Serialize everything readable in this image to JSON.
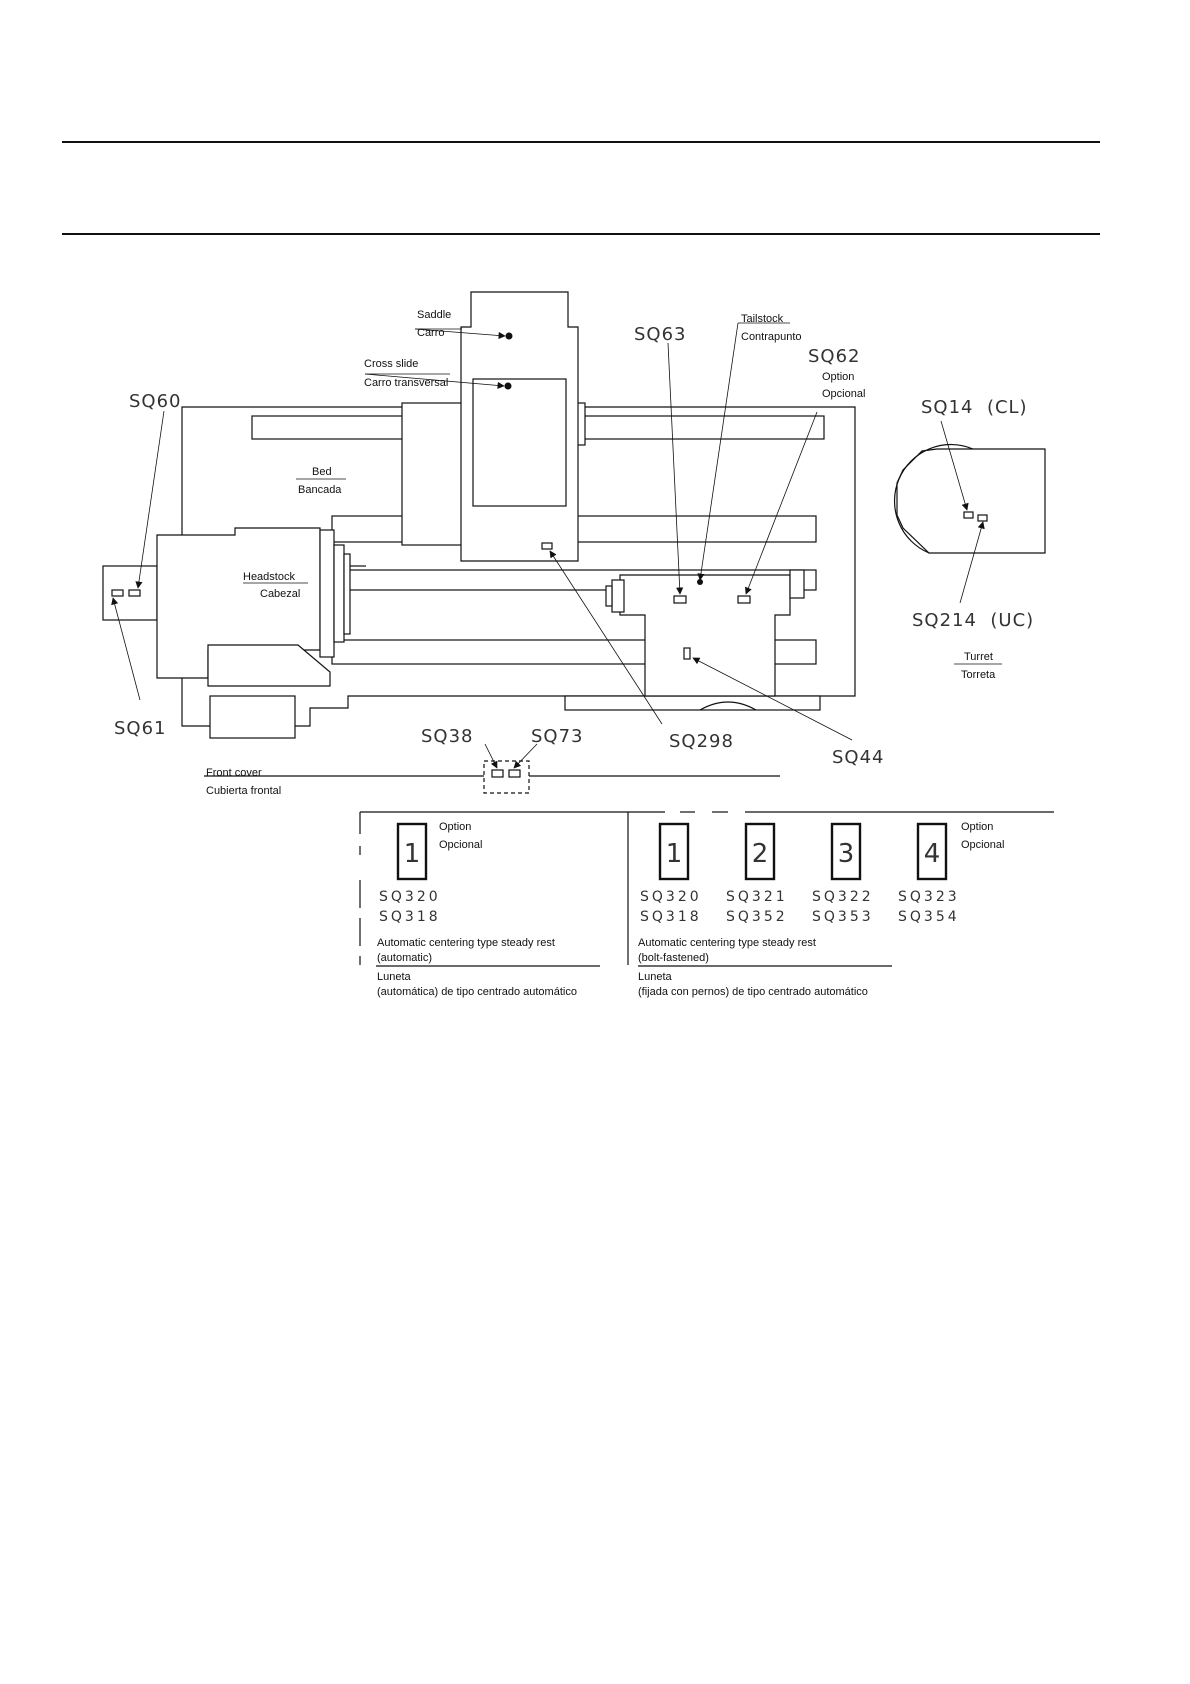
{
  "machine": {
    "saddle": [
      "Saddle",
      "Carro"
    ],
    "cross_slide": [
      "Cross slide",
      "Carro transversal"
    ],
    "tailstock": [
      "Tailstock",
      "Contrapunto"
    ],
    "option_top": [
      "Option",
      "Opcional"
    ],
    "bed": [
      "Bed",
      "Bancada"
    ],
    "headstock": [
      "Headstock",
      "Cabezal"
    ],
    "turret": [
      "Turret",
      "Torreta"
    ],
    "front_cover": [
      "Front cover",
      "Cubierta frontal"
    ]
  },
  "switches": {
    "sq60": "SQ60",
    "sq61": "SQ61",
    "sq63": "SQ63",
    "sq62": "SQ62",
    "sq14": "SQ14  (CL)",
    "sq214": "SQ214  (UC)",
    "sq38": "SQ38",
    "sq73": "SQ73",
    "sq298": "SQ298",
    "sq44": "SQ44"
  },
  "steady_rest": {
    "option": [
      "Option",
      "Opcional"
    ],
    "automatic": {
      "units": [
        {
          "num": "1",
          "codes": [
            "SQ320",
            "SQ318"
          ]
        }
      ],
      "en": [
        "Automatic centering type steady rest",
        "(automatic)"
      ],
      "es": [
        "Luneta",
        "(automática) de tipo centrado automático"
      ]
    },
    "bolt": {
      "units": [
        {
          "num": "1",
          "codes": [
            "SQ320",
            "SQ318"
          ]
        },
        {
          "num": "2",
          "codes": [
            "SQ321",
            "SQ352"
          ]
        },
        {
          "num": "3",
          "codes": [
            "SQ322",
            "SQ353"
          ]
        },
        {
          "num": "4",
          "codes": [
            "SQ323",
            "SQ354"
          ]
        }
      ],
      "en": [
        "Automatic centering type steady rest",
        "(bolt-fastened)"
      ],
      "es": [
        "Luneta",
        "(fijada con pernos) de tipo centrado automático"
      ]
    }
  }
}
